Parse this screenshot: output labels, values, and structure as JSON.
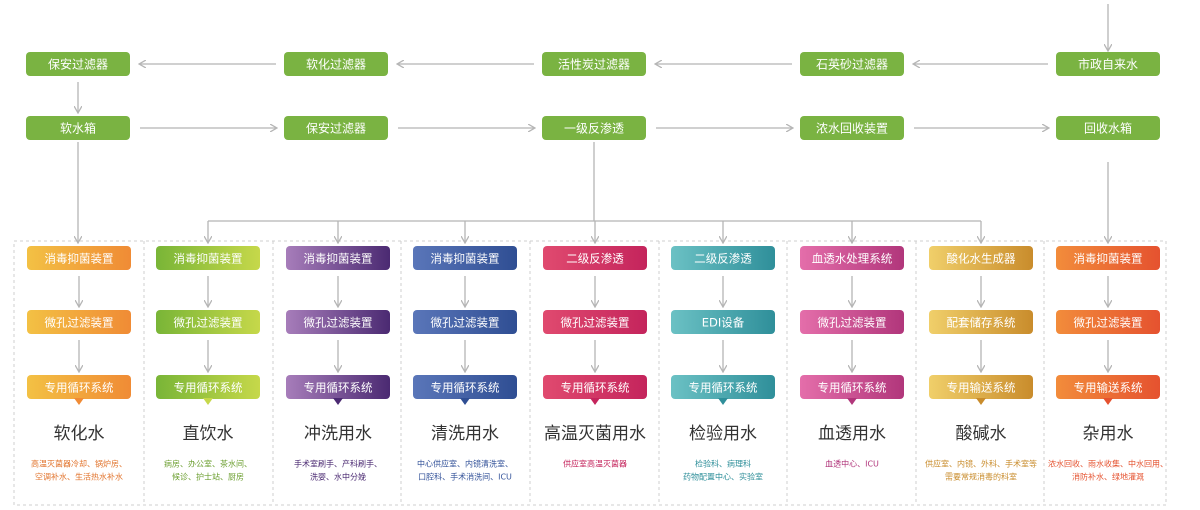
{
  "top": {
    "row1": [
      "保安过滤器",
      "软化过滤器",
      "活性炭过滤器",
      "石英砂过滤器",
      "市政自来水"
    ],
    "row2": [
      "软水箱",
      "保安过滤器",
      "一级反渗透",
      "浓水回收装置",
      "回收水箱"
    ]
  },
  "columns": [
    {
      "steps": [
        "消毒抑菌装置",
        "微孔过滤装置",
        "专用循环系统"
      ],
      "title": "软化水",
      "desc": [
        "高温灭菌器冷却、锅炉房、",
        "空调补水、生活热水补水"
      ],
      "colors": [
        "#f3c144",
        "#f08b35"
      ],
      "text_color": "#e2742d"
    },
    {
      "steps": [
        "消毒抑菌装置",
        "微孔过滤装置",
        "专用循环系统"
      ],
      "title": "直饮水",
      "desc": [
        "病房、办公室、茶水间、",
        "候诊、护士站、厨房"
      ],
      "colors": [
        "#79b537",
        "#c6d84a"
      ],
      "text_color": "#6c9f30"
    },
    {
      "steps": [
        "消毒抑菌装置",
        "微孔过滤装置",
        "专用循环系统"
      ],
      "title": "冲洗用水",
      "desc": [
        "手术室刷手、产科刷手、",
        "洗婴、水中分娩"
      ],
      "colors": [
        "#a77dba",
        "#4b2a72"
      ],
      "text_color": "#4b2a72"
    },
    {
      "steps": [
        "消毒抑菌装置",
        "微孔过滤装置",
        "专用循环系统"
      ],
      "title": "清洗用水",
      "desc": [
        "中心供应室、内镜清洗室、",
        "口腔科、手术消洗间、ICU"
      ],
      "colors": [
        "#5a76b9",
        "#2f4e93"
      ],
      "text_color": "#34539a"
    },
    {
      "steps": [
        "二级反渗透",
        "微孔过滤装置",
        "专用循环系统"
      ],
      "title": "高温灭菌用水",
      "desc": [
        "供应室高温灭菌器"
      ],
      "colors": [
        "#e04a6f",
        "#c4245c"
      ],
      "text_color": "#c4245c"
    },
    {
      "steps": [
        "二级反渗透",
        "EDI设备",
        "专用循环系统"
      ],
      "title": "检验用水",
      "desc": [
        "检验科、病理科",
        "药物配置中心、实验室"
      ],
      "colors": [
        "#6bc1c4",
        "#2f8f9a"
      ],
      "text_color": "#2f8f9a"
    },
    {
      "steps": [
        "血透水处理系统",
        "微孔过滤装置",
        "专用循环系统"
      ],
      "title": "血透用水",
      "desc": [
        "血透中心、ICU"
      ],
      "colors": [
        "#e46eaa",
        "#b1367b"
      ],
      "text_color": "#b1367b"
    },
    {
      "steps": [
        "酸化水生成器",
        "配套储存系统",
        "专用输送系统"
      ],
      "title": "酸碱水",
      "desc": [
        "供应室、内镜、外科、手术室等",
        "需要常规消毒的科室"
      ],
      "colors": [
        "#f0cf6a",
        "#c98c2c"
      ],
      "text_color": "#c98c2c"
    },
    {
      "steps": [
        "消毒抑菌装置",
        "微孔过滤装置",
        "专用输送系统"
      ],
      "title": "杂用水",
      "desc": [
        "浓水回收、雨水收集、中水回用、",
        "消防补水、绿地灌溉"
      ],
      "colors": [
        "#f28c3b",
        "#e5522f"
      ],
      "text_color": "#e5522f"
    }
  ],
  "colors": {
    "top_box": "#7ab342",
    "arrow": "#b5b5b5",
    "dashed": "#cfcfcf",
    "title": "#333333"
  }
}
